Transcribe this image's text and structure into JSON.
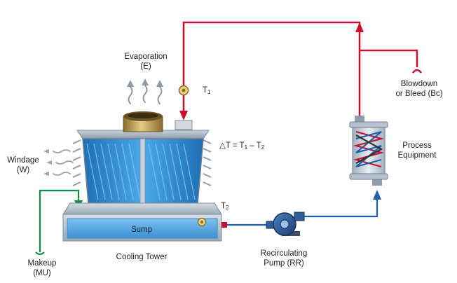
{
  "labels": {
    "evaporation": {
      "line1": "Evaporation",
      "line2": "(E)"
    },
    "t1": {
      "base": "T",
      "sub": "1"
    },
    "t2": {
      "base": "T",
      "sub": "2"
    },
    "delta_t": {
      "prefix": "△T = T",
      "sub1": "1",
      "mid": " – T",
      "sub2": "2"
    },
    "windage": {
      "line1": "Windage",
      "line2": "(W)"
    },
    "blowdown": {
      "line1": "Blowdown",
      "line2": "or Bleed (Bc)"
    },
    "process": {
      "line1": "Process",
      "line2": "Equipment"
    },
    "sump": "Sump",
    "cooling_tower": "Cooling Tower",
    "makeup": {
      "line1": "Makeup",
      "line2": "(MU)"
    },
    "pump": {
      "line1": "Recirculating",
      "line2": "Pump (RR)"
    }
  },
  "colors": {
    "hot_line": "#c8102e",
    "cold_line": "#1f5fa8",
    "makeup_line": "#0f8a4a",
    "tower_frame": "#8fa1b2",
    "fill_blue": "#2f8fd6",
    "sump_water": "#5aaee8",
    "fan_gold": "#b8944a"
  }
}
